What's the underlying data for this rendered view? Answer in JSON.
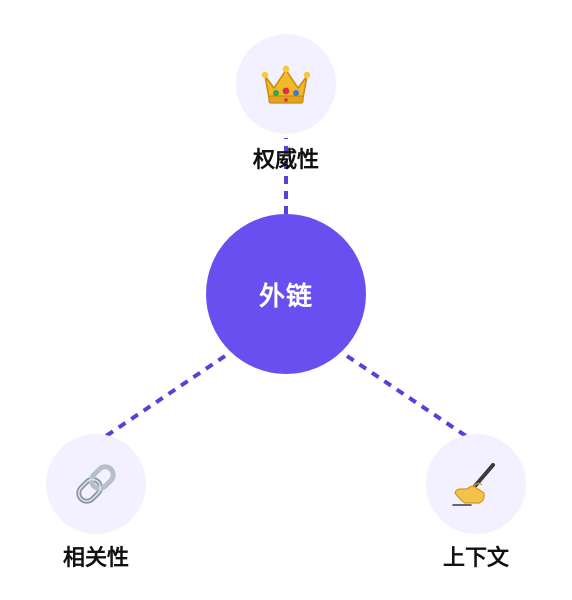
{
  "colors": {
    "center_fill": "#6a4ff0",
    "leaf_fill": "#f3f1ff",
    "connector": "#5b3fd9",
    "label_text": "#111111"
  },
  "center": {
    "label": "外链"
  },
  "nodes": [
    {
      "id": "top",
      "label": "权威性",
      "icon": "crown-icon"
    },
    {
      "id": "left",
      "label": "相关性",
      "icon": "chain-link-icon"
    },
    {
      "id": "right",
      "label": "上下文",
      "icon": "writing-hand-icon"
    }
  ]
}
